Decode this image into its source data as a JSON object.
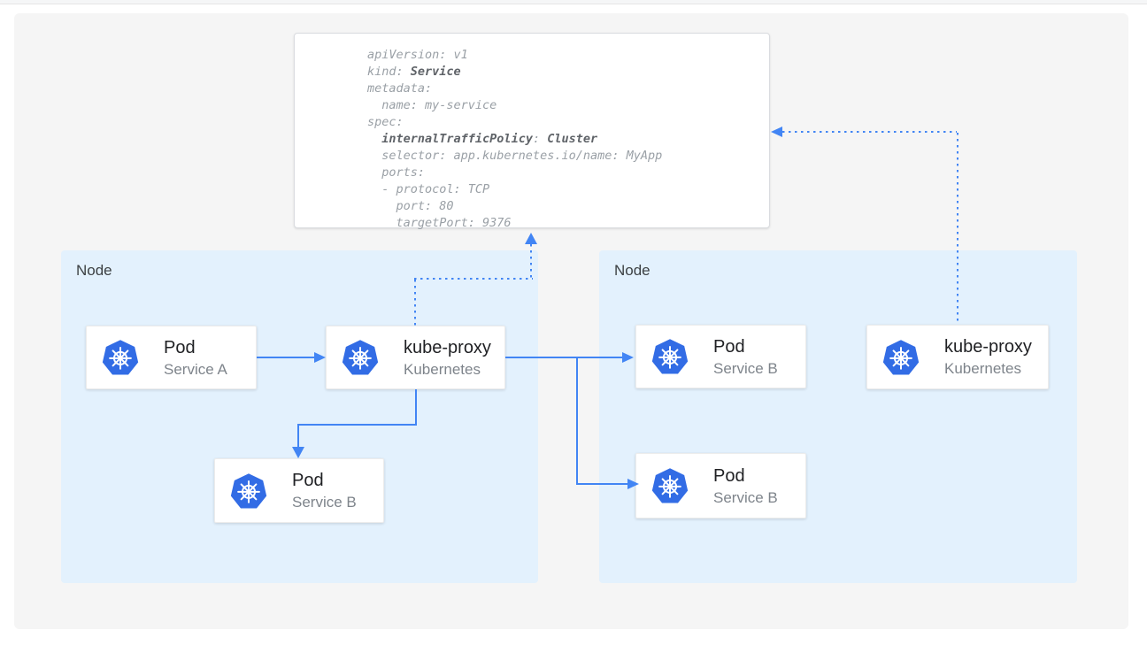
{
  "yaml_card": {
    "l1": "apiVersion: v1",
    "l2_plain": "kind: ",
    "l2_bold": "Service",
    "l3": "metadata:",
    "l4": "  name: my-service",
    "l5": "spec:",
    "l6_indent": "  ",
    "l6_bold1": "internalTrafficPolicy",
    "l6_mid": ": ",
    "l6_bold2": "Cluster",
    "l7": "  selector: app.kubernetes.io/name: MyApp",
    "l8": "  ports:",
    "l9": "  - protocol: TCP",
    "l10": "    port: 80",
    "l11": "    targetPort: 9376"
  },
  "nodes": {
    "left": {
      "label": "Node"
    },
    "right": {
      "label": "Node"
    }
  },
  "boxes": {
    "pod_a": {
      "title": "Pod",
      "subtitle": "Service A",
      "icon": "kubernetes-wheel"
    },
    "kube_proxy_left": {
      "title": "kube-proxy",
      "subtitle": "Kubernetes",
      "icon": "kubernetes-wheel"
    },
    "pod_b_left": {
      "title": "Pod",
      "subtitle": "Service B",
      "icon": "kubernetes-wheel"
    },
    "pod_b_right_top": {
      "title": "Pod",
      "subtitle": "Service B",
      "icon": "kubernetes-wheel"
    },
    "kube_proxy_right": {
      "title": "kube-proxy",
      "subtitle": "Kubernetes",
      "icon": "kubernetes-wheel"
    },
    "pod_b_right_bottom": {
      "title": "Pod",
      "subtitle": "Service B",
      "icon": "kubernetes-wheel"
    }
  },
  "colors": {
    "arrow_blue": "#4285f4",
    "node_background": "#e3f1fd",
    "kubernetes_blue": "#326ce5",
    "panel_background": "#f5f5f5"
  }
}
